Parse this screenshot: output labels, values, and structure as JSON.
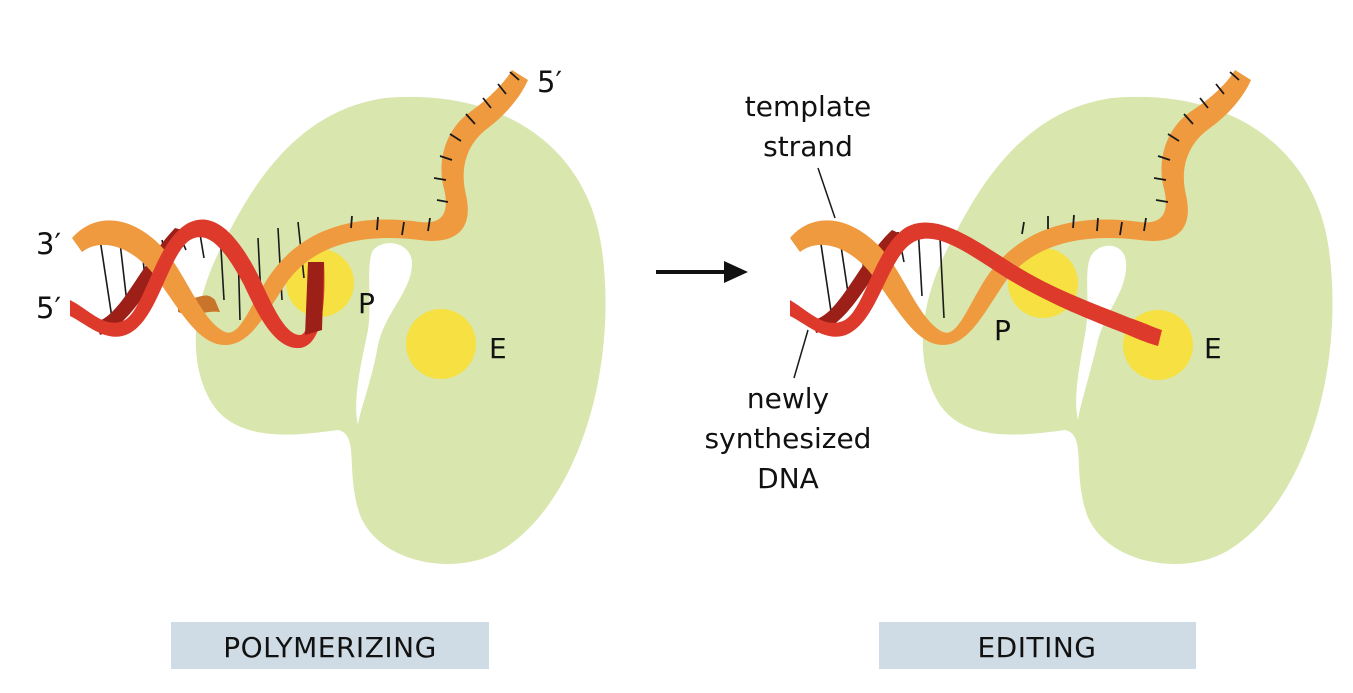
{
  "colors": {
    "protein": "#d9e6ad",
    "active_site": "#f7e042",
    "template_strand": "#ef9a3f",
    "template_strand_dark": "#c8742a",
    "new_strand": "#dd3a2c",
    "new_strand_dark": "#9c1f18",
    "panel_label_bg": "#cfdce5",
    "text": "#111111"
  },
  "polymerizing": {
    "end_3_prime": "3′",
    "end_5_prime_left": "5′",
    "end_5_prime_top": "5′",
    "site_p": "P",
    "site_e": "E",
    "panel_label": "POLYMERIZING"
  },
  "arrow": {
    "icon": "right-arrow-icon"
  },
  "editing": {
    "template_label_line1": "template",
    "template_label_line2": "strand",
    "new_dna_label_line1": "newly",
    "new_dna_label_line2": "synthesized",
    "new_dna_label_line3": "DNA",
    "site_p": "P",
    "site_e": "E",
    "panel_label": "EDITING"
  }
}
